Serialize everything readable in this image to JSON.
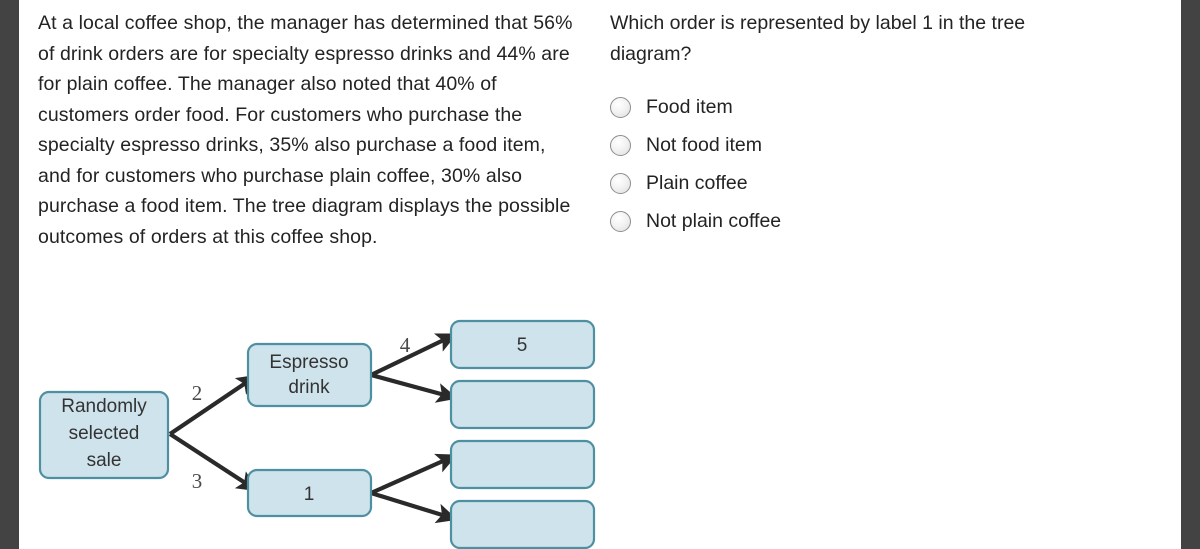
{
  "stem": {
    "text": "At a local coffee shop, the manager has determined that 56% of drink orders are for specialty espresso drinks and 44% are for plain coffee. The manager also noted that 40% of customers order food. For customers who purchase the specialty espresso drinks, 35% also purchase a food item, and for customers who purchase plain coffee, 30% also purchase a food item. The tree diagram displays the possible outcomes of orders at this coffee shop."
  },
  "question": {
    "text": "Which order is represented by label 1 in the tree diagram?"
  },
  "choices": [
    {
      "label": "Food item",
      "selected": false
    },
    {
      "label": "Not food item",
      "selected": false
    },
    {
      "label": "Plain coffee",
      "selected": false
    },
    {
      "label": "Not plain coffee",
      "selected": false
    }
  ],
  "tree": {
    "root": {
      "line1": "Randomly",
      "line2": "selected",
      "line3": "sale"
    },
    "level1": [
      {
        "line1": "Espresso",
        "line2": "drink"
      },
      {
        "line1": "1",
        "line2": ""
      }
    ],
    "level2": [
      {
        "line1": "5"
      },
      {
        "line1": ""
      },
      {
        "line1": ""
      },
      {
        "line1": ""
      }
    ],
    "branch_labels": {
      "root_upper": "2",
      "root_lower": "3",
      "espresso_upper": "4"
    }
  },
  "colors": {
    "node_fill": "#cfe3ec",
    "node_stroke": "#4e8fa1",
    "arrow": "#2a2a2a",
    "text": "#232323",
    "frame": "#434343"
  }
}
